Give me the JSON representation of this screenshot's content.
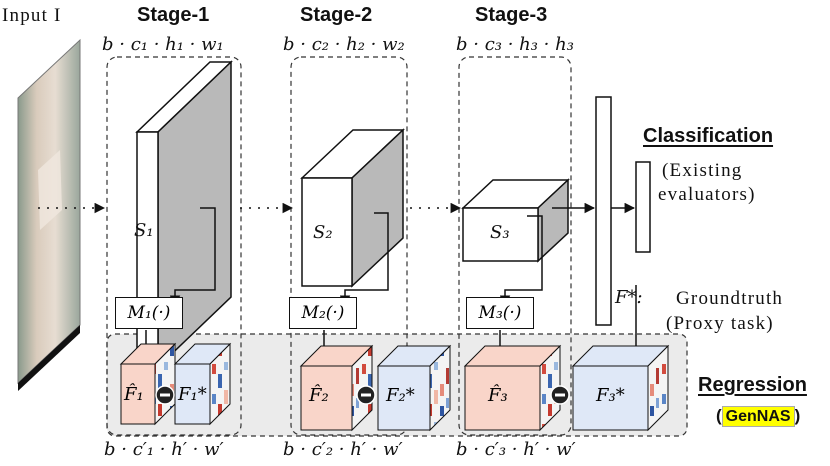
{
  "input_label": "Input I",
  "stages": [
    {
      "title": "Stage-1",
      "dims": "b · c₁ · h₁ · w₁",
      "block": "S₁",
      "module": "M₁(·)",
      "out_dims": "b · c′₁ · h′ · w′",
      "pred": "F̂₁",
      "target": "F₁*"
    },
    {
      "title": "Stage-2",
      "dims": "b · c₂ · h₂ · w₂",
      "block": "S₂",
      "module": "M₂(·)",
      "out_dims": "b · c′₂ · h′ · w′",
      "pred": "F̂₂",
      "target": "F₂*"
    },
    {
      "title": "Stage-3",
      "dims": "b · c₃ · h₃ · h₃",
      "block": "S₃",
      "module": "M₃(·)",
      "out_dims": "b · c′₃ · h′ · w′",
      "pred": "F̂₃",
      "target": "F₃*"
    }
  ],
  "classification": {
    "title": "Classification",
    "note_line1": "(Existing",
    "note_line2": "evaluators)"
  },
  "ground_truth": {
    "symbol": "F*:",
    "line1": "Groundtruth",
    "line2": "(Proxy task)"
  },
  "regression": {
    "title": "Regression",
    "paren_open": "(",
    "tag": "GenNAS",
    "paren_close": ")"
  },
  "colors": {
    "pred_fill": "#f9d5c9",
    "target_fill": "#dfe8f7",
    "panel_fill": "#ebebeb",
    "block_side": "#b9b9b9",
    "highlight": "#ffff00"
  }
}
